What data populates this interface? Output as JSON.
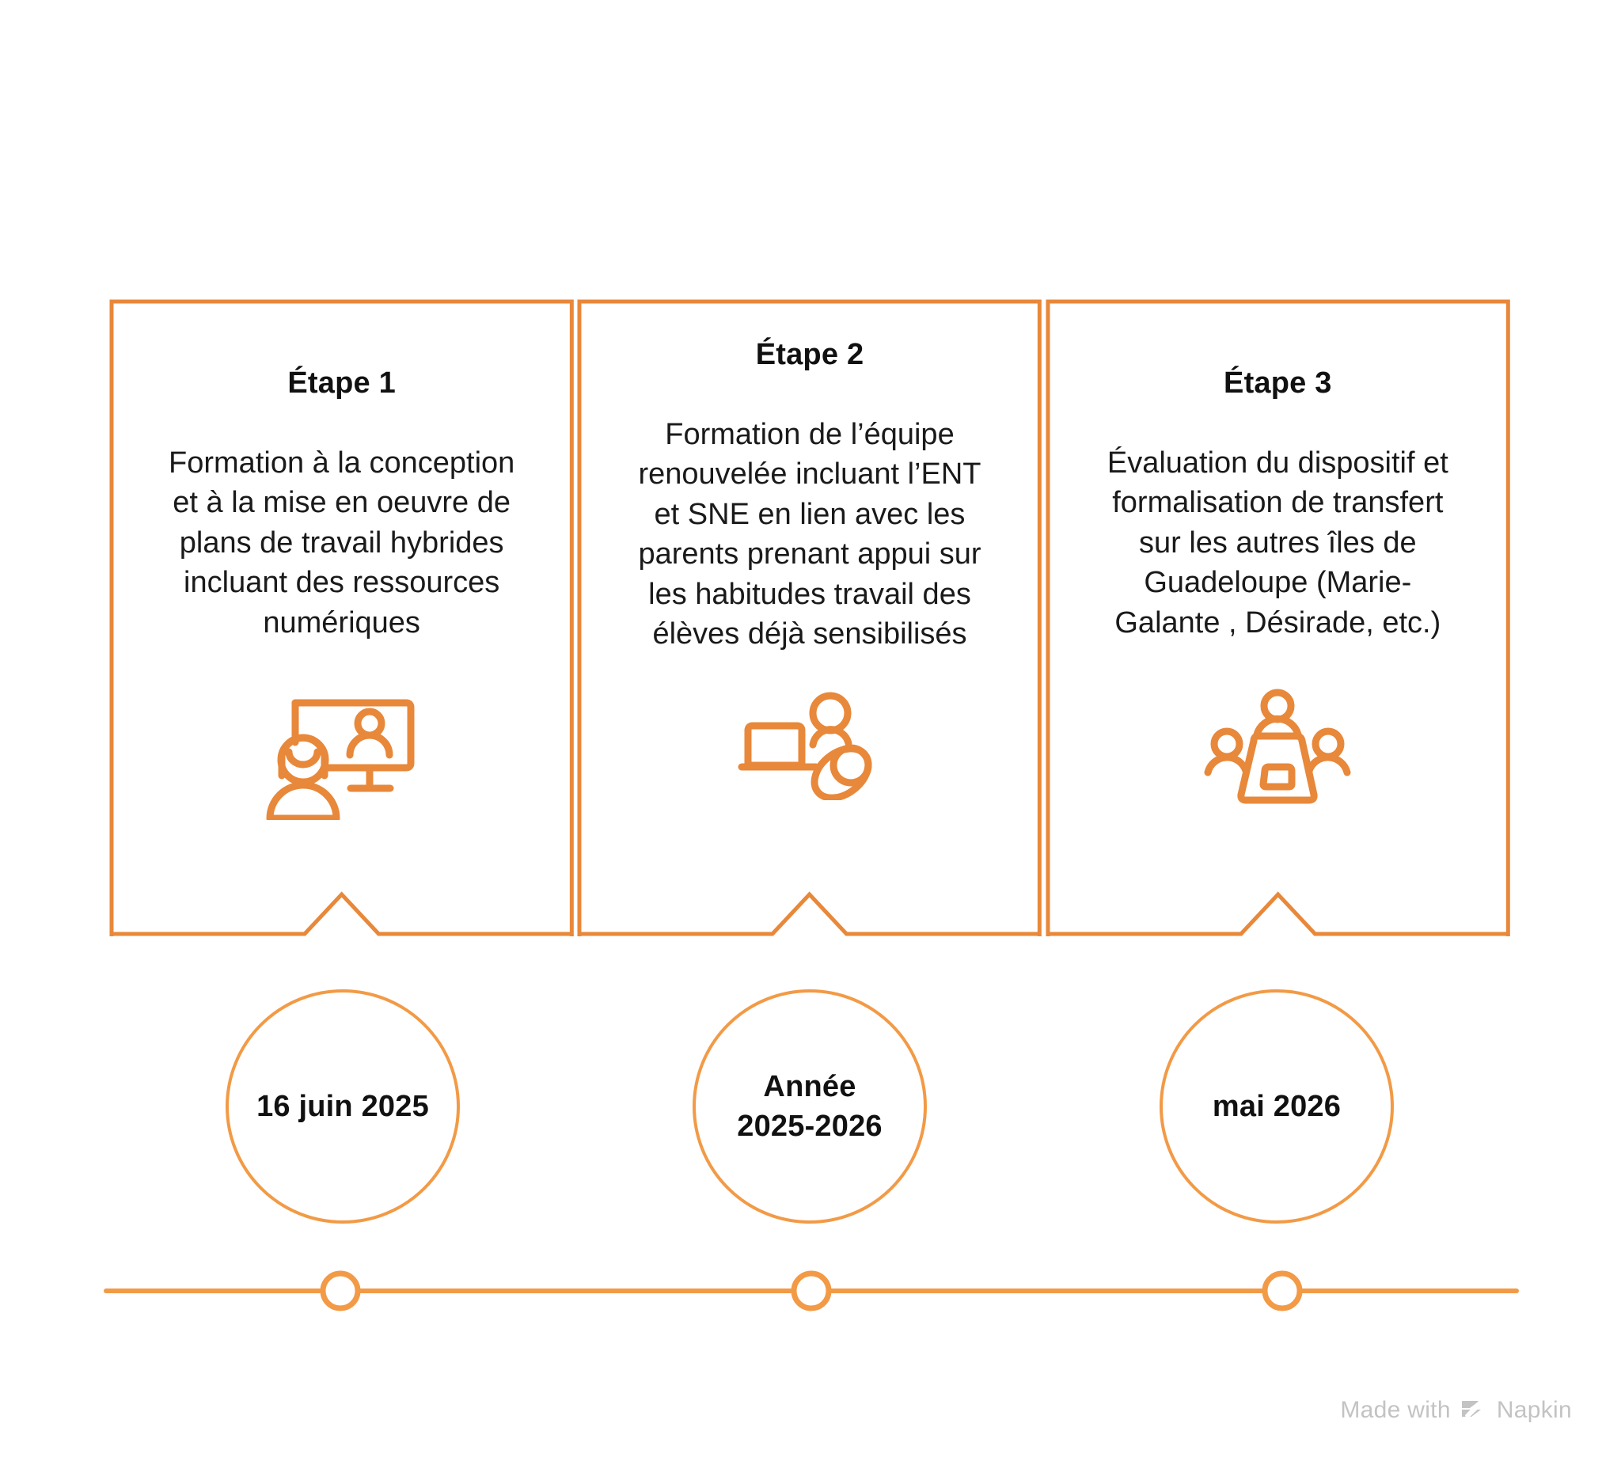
{
  "theme": {
    "accent": "#e8883a",
    "accent_light": "#f29a46",
    "text": "#111111",
    "background": "#ffffff",
    "watermark_color": "#c3c3c3"
  },
  "diagram": {
    "type": "timeline",
    "steps": [
      {
        "title": "Étape 1",
        "body": "Formation à la conception\net à la mise en oeuvre de\nplans de travail hybrides\nincluant des ressources\nnumériques",
        "icon": "person-with-monitor-icon",
        "date": "16 juin 2025"
      },
      {
        "title": "Étape 2",
        "body": "Formation de l’équipe\nrenouvelée incluant l’ENT\net SNE en lien avec les\nparents prenant appui sur\nles habitudes travail des\nélèves déjà sensibilisés",
        "icon": "laptop-with-two-people-icon",
        "date": "Année\n2025-2026"
      },
      {
        "title": "Étape 3",
        "body": "Évaluation du dispositif et\nformalisation de transfert\nsur les autres îles de\nGuadeloupe (Marie-\nGalante , Désirade, etc.)",
        "icon": "meeting-table-three-people-icon",
        "date": "mai 2026"
      }
    ]
  },
  "watermark": {
    "text_before": "Made with",
    "brand": "Napkin",
    "logo": "napkin-logo-icon"
  }
}
